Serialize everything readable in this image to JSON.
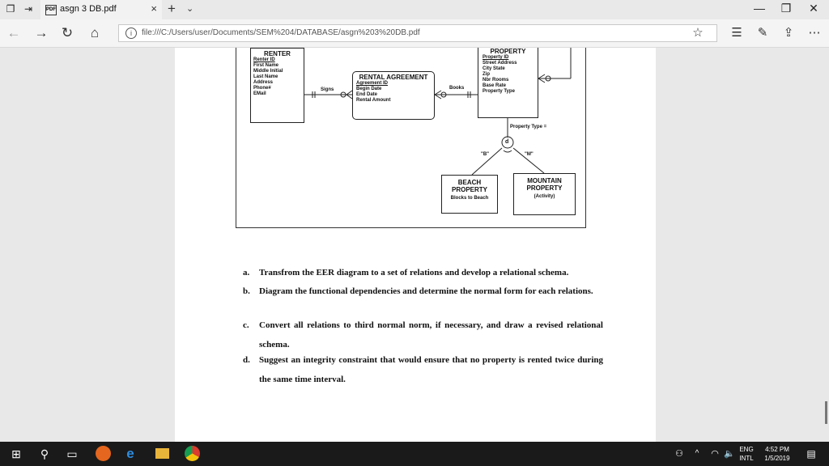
{
  "browser": {
    "tab_title": "asgn 3 DB.pdf",
    "favicon_label": "PDF",
    "address_url": "file:///C:/Users/user/Documents/SEM%204/DATABASE/asgn%203%20DB.pdf"
  },
  "diagram": {
    "renter": {
      "title": "RENTER",
      "key": "Renter ID",
      "attrs": [
        "First Name",
        "Middle Initial",
        "Last Name",
        "Address",
        "Phone#",
        "EMail"
      ]
    },
    "rental": {
      "title": "RENTAL AGREEMENT",
      "key": "Agreement ID",
      "attrs": [
        "Begin Date",
        "End Date",
        "Rental Amount"
      ]
    },
    "property": {
      "title": "PROPERTY",
      "key": "Property ID",
      "attrs": [
        "Street Address",
        "City State",
        "Zip",
        "Nbr Rooms",
        "Base Rate",
        "Property Type"
      ]
    },
    "beach": {
      "title_line1": "BEACH",
      "title_line2": "PROPERTY",
      "attr": "Blocks to Beach"
    },
    "mountain": {
      "title_line1": "MOUNTAIN",
      "title_line2": "PROPERTY",
      "attr": "(Activity)"
    },
    "rel_signs": "Signs",
    "rel_books": "Books",
    "discriminator": "Property Type =",
    "disjoint": "d",
    "subtype_b": "\"B\"",
    "subtype_m": "\"M\""
  },
  "questions": [
    {
      "label": "a.",
      "text": "Transfrom the EER diagram to a set of relations and develop a relational schema."
    },
    {
      "label": "b.",
      "text": "Diagram the functional dependencies and determine the normal form for each relations."
    },
    {
      "label": "c.",
      "text": "Convert all relations to third normal norm, if necessary, and draw a revised relational schema."
    },
    {
      "label": "d.",
      "text": "Suggest an integrity constraint that would ensure that no property is rented twice during the same time interval."
    }
  ],
  "taskbar": {
    "lang_line1": "ENG",
    "lang_line2": "INTL",
    "time": "4:52 PM",
    "date": "1/5/2019"
  }
}
